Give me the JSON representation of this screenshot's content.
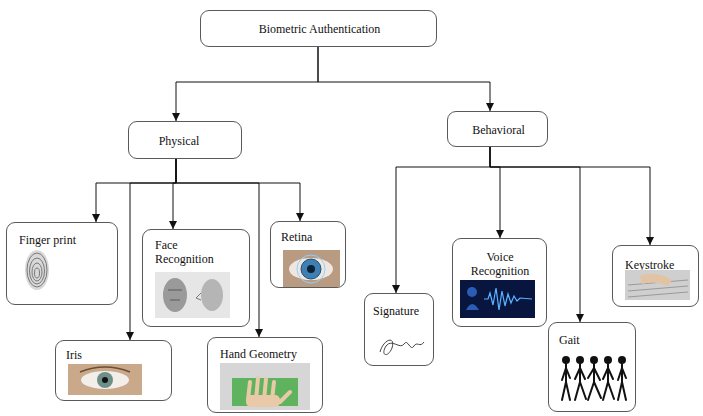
{
  "diagram": {
    "nodes": [
      {
        "text": [
          "Biometric Authentication"
        ]
      },
      {
        "text": [
          "Physical"
        ]
      },
      {
        "text": [
          "Behavioral"
        ]
      },
      {
        "text": [
          "Finger print"
        ]
      },
      {
        "text": [
          "Iris"
        ]
      },
      {
        "text": [
          "Face Recognition"
        ]
      },
      {
        "text": [
          "Hand Geometry"
        ]
      },
      {
        "text": [
          "Retina"
        ]
      },
      {
        "text": [
          "Signature"
        ]
      },
      {
        "text": [
          "Voice Recognition"
        ]
      },
      {
        "text": [
          "Gait"
        ]
      },
      {
        "text": [
          "Keystroke"
        ]
      }
    ],
    "edges": [
      {
        "from": 0,
        "to": 1,
        "arrow": "to"
      },
      {
        "from": 0,
        "to": 2,
        "arrow": "to"
      },
      {
        "from": 1,
        "to": 3,
        "arrow": "to"
      },
      {
        "from": 1,
        "to": 4,
        "arrow": "to"
      },
      {
        "from": 1,
        "to": 5,
        "arrow": "to"
      },
      {
        "from": 1,
        "to": 6,
        "arrow": "to"
      },
      {
        "from": 1,
        "to": 7,
        "arrow": "to"
      },
      {
        "from": 2,
        "to": 8,
        "arrow": "to"
      },
      {
        "from": 2,
        "to": 9,
        "arrow": "to"
      },
      {
        "from": 2,
        "to": 10,
        "arrow": "to"
      },
      {
        "from": 2,
        "to": 11,
        "arrow": "to"
      }
    ]
  }
}
